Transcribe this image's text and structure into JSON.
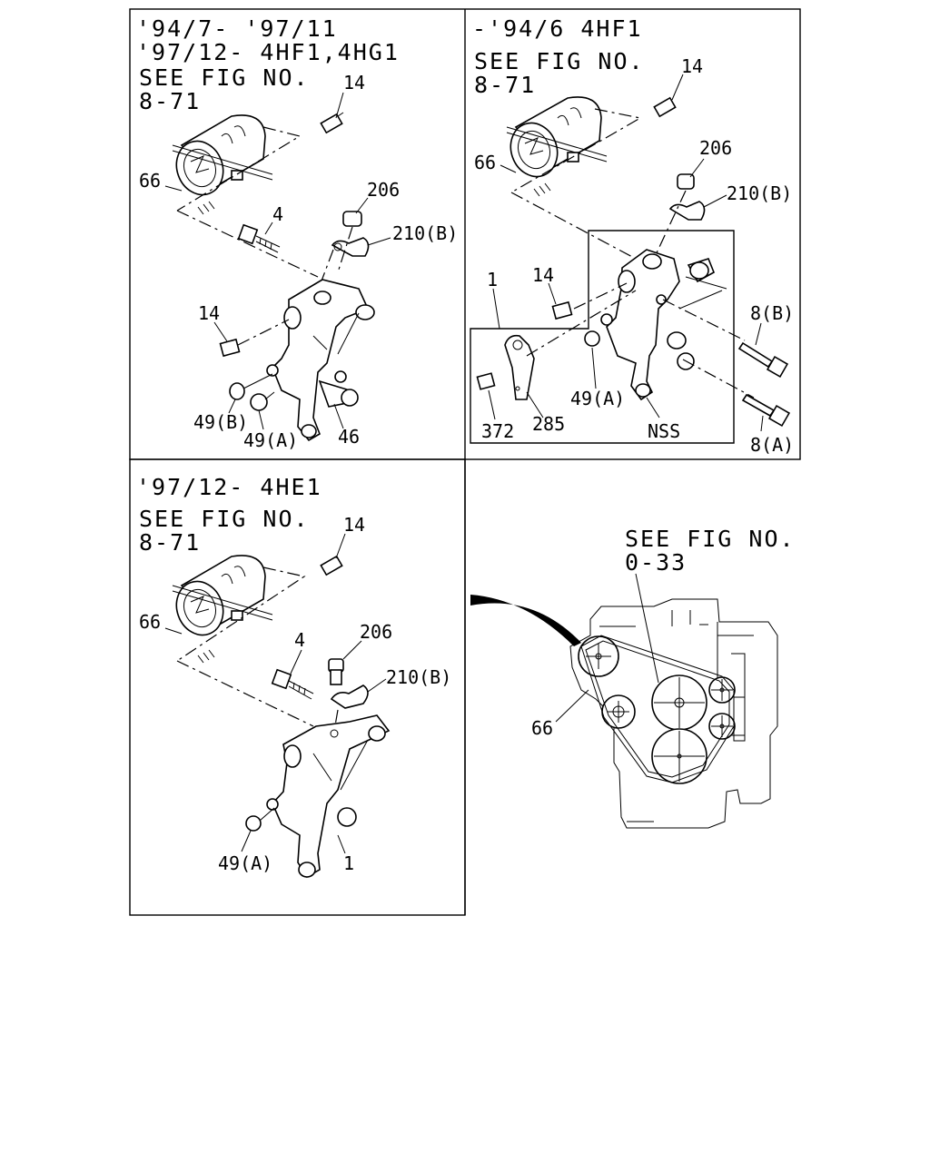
{
  "panels": {
    "top_left": {
      "header": [
        "'94/7- '97/11",
        "'97/12- 4HF1,4HG1"
      ],
      "see_fig": "SEE FIG NO.",
      "fig_ref": "8-71",
      "callouts": [
        "14",
        "66",
        "4",
        "206",
        "210(B)",
        "14",
        "49(B)",
        "49(A)",
        "46"
      ]
    },
    "top_right": {
      "header": [
        "-'94/6 4HF1"
      ],
      "see_fig": "SEE FIG NO.",
      "fig_ref": "8-71",
      "callouts": [
        "14",
        "66",
        "206",
        "210(B)",
        "1",
        "14",
        "8(B)",
        "372",
        "285",
        "49(A)",
        "NSS",
        "8(A)"
      ]
    },
    "bottom_left": {
      "header": [
        "'97/12- 4HE1"
      ],
      "see_fig": "SEE FIG NO.",
      "fig_ref": "8-71",
      "callouts": [
        "14",
        "66",
        "4",
        "206",
        "210(B)",
        "49(A)",
        "1"
      ]
    },
    "bottom_right": {
      "see_fig": "SEE FIG NO.",
      "fig_ref": "0-33",
      "callouts": [
        "66"
      ]
    }
  }
}
